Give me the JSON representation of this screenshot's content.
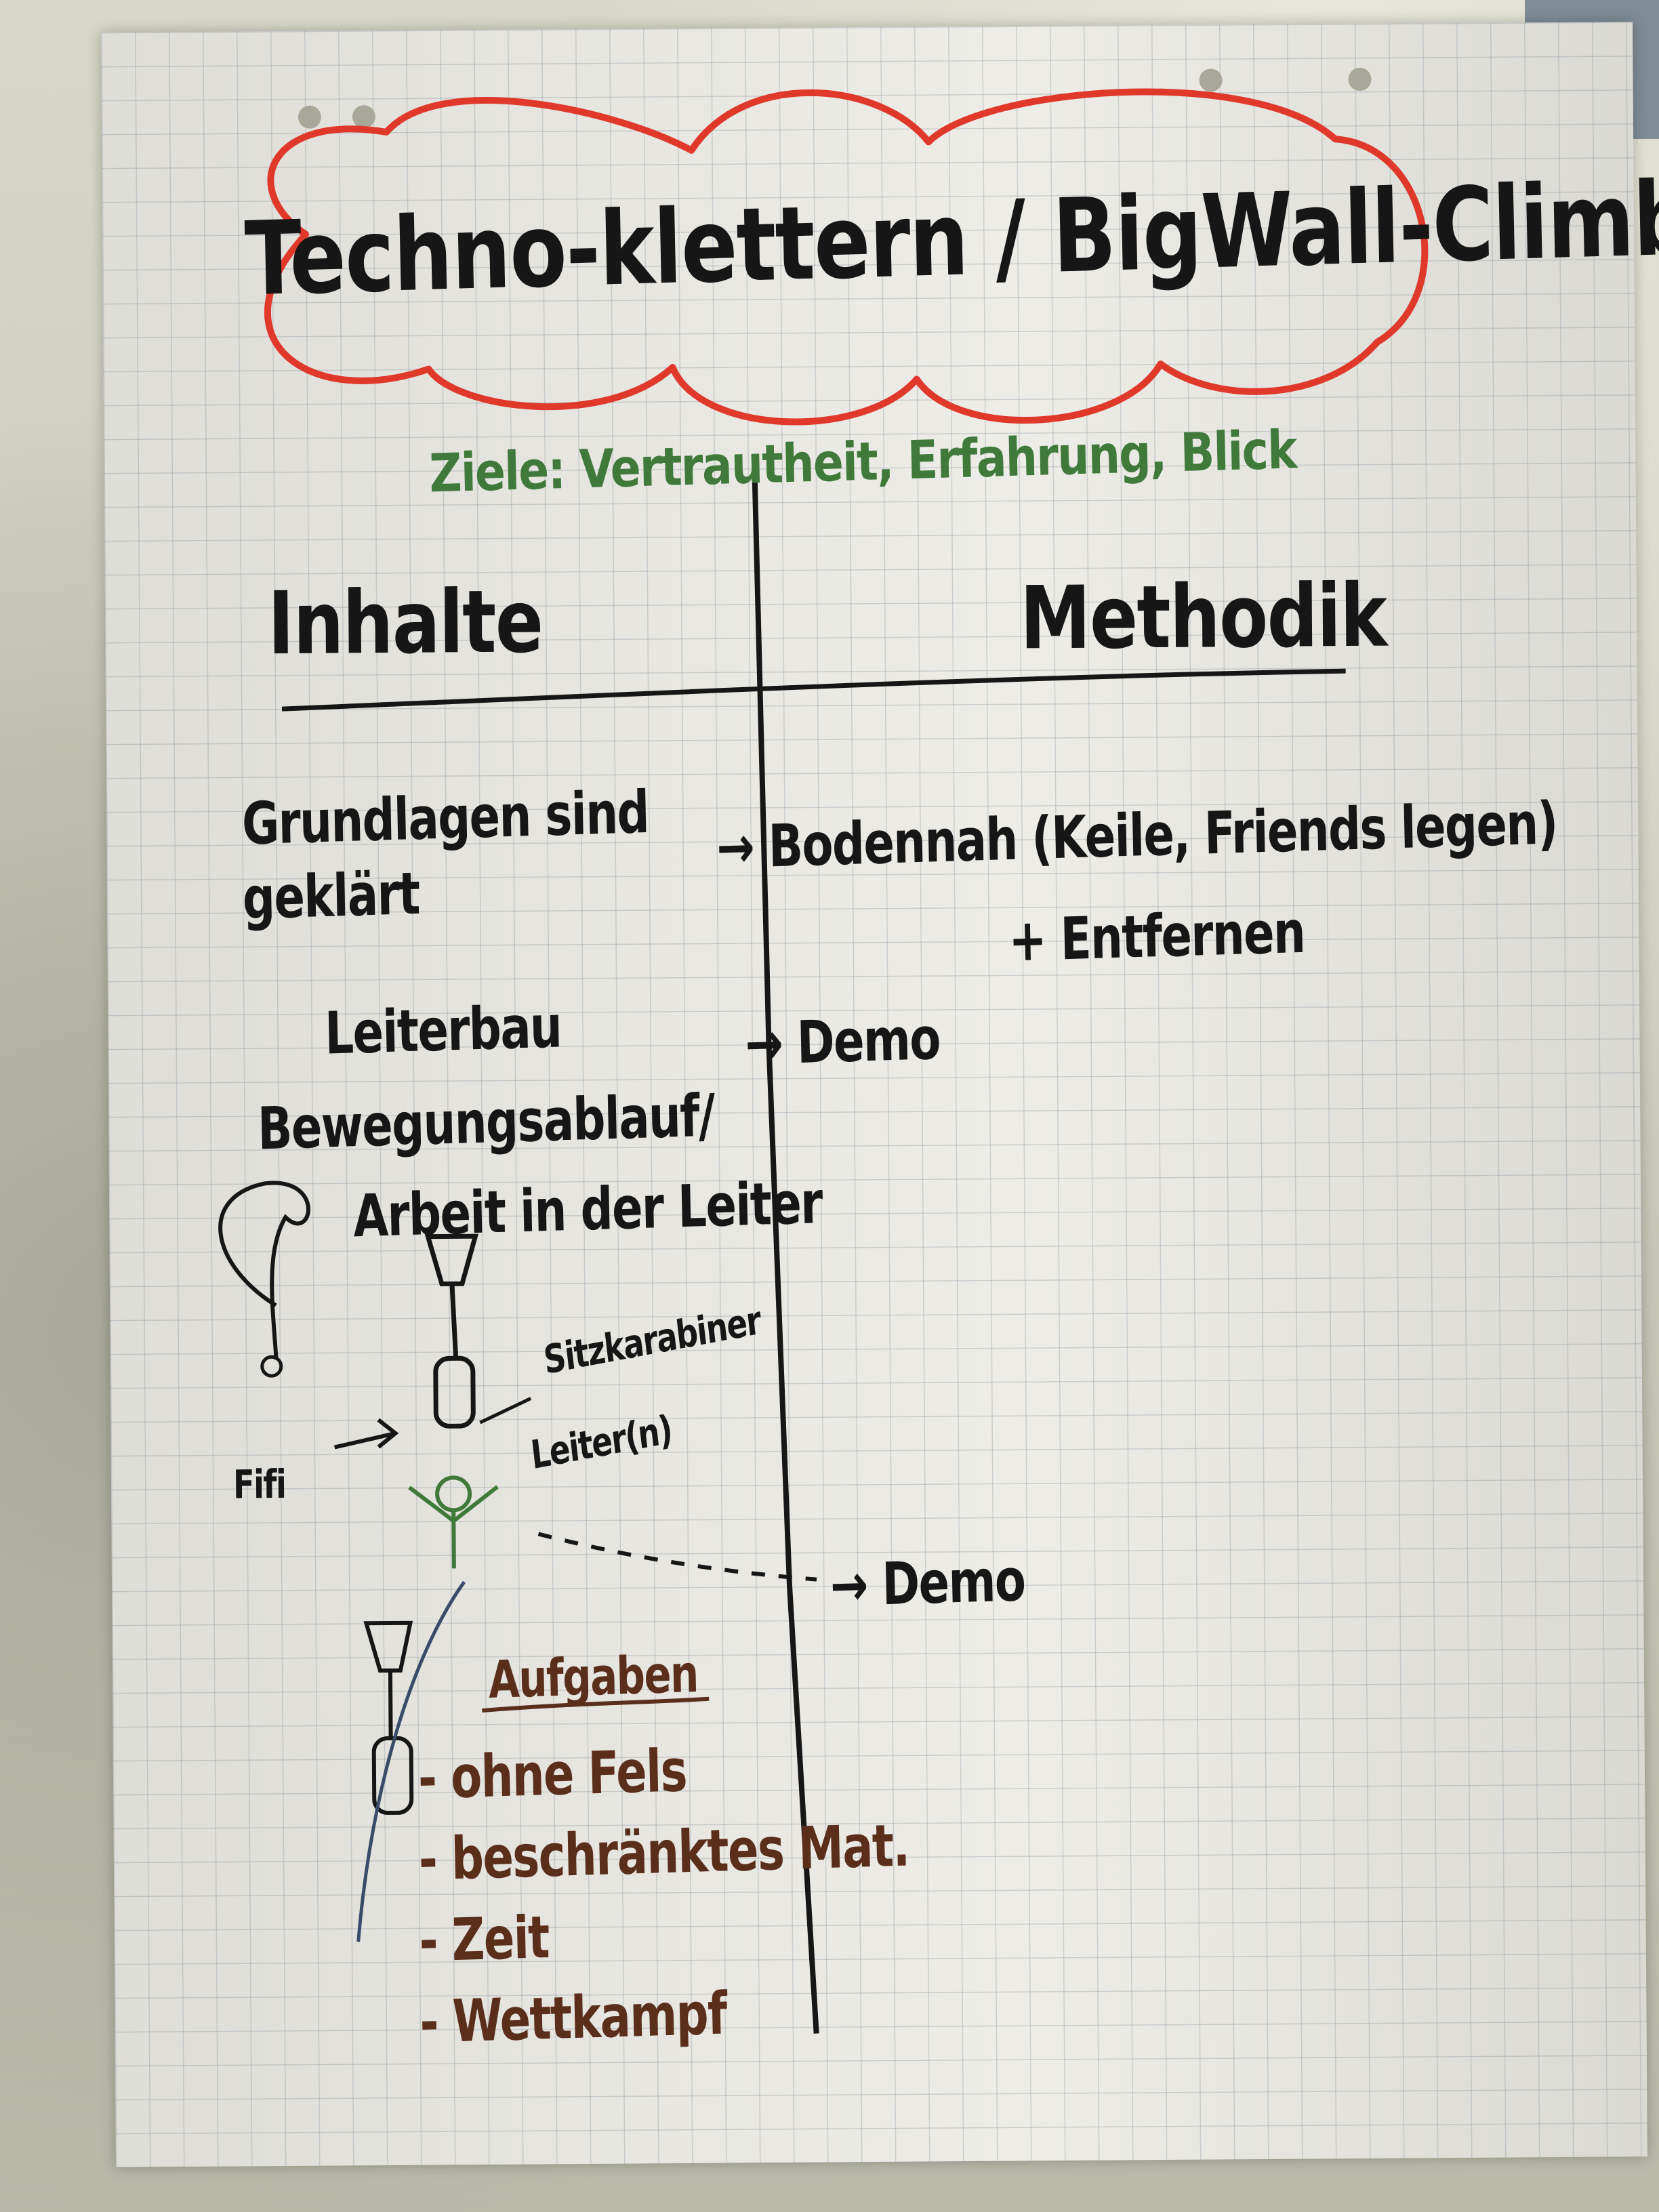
{
  "flipchart": {
    "title": "Techno-klettern / BigWall-Climb",
    "goals": "Ziele: Vertrautheit, Erfahrung, Blick",
    "columns": {
      "left": "Inhalte",
      "right": "Methodik"
    },
    "rows": [
      {
        "left_line1": "Grundlagen sind",
        "left_line2": "geklärt",
        "right_line1": "→ Bodennah (Keile, Friends legen)",
        "right_line2": "+ Entfernen"
      },
      {
        "left_line1": "Leiterbau",
        "left_line2": "Bewegungsablauf/",
        "left_line3": "Arbeit in der Leiter",
        "right_line1": "→ Demo"
      }
    ],
    "sketch_labels": {
      "fifi": "Fifi",
      "sitzkarabiner": "Sitzkarabiner",
      "leiter": "Leiter(n)",
      "demo2": "→ Demo"
    },
    "tasks": {
      "heading": "Aufgaben",
      "items": [
        "- ohne Fels",
        "- beschränktes Mat.",
        "- Zeit",
        "- Wettkampf"
      ]
    },
    "colors": {
      "ink": "#161616",
      "cloud_red": "#e0392b",
      "goals_green": "#3f7a3a",
      "tasks_brown": "#5a2e1a"
    }
  }
}
